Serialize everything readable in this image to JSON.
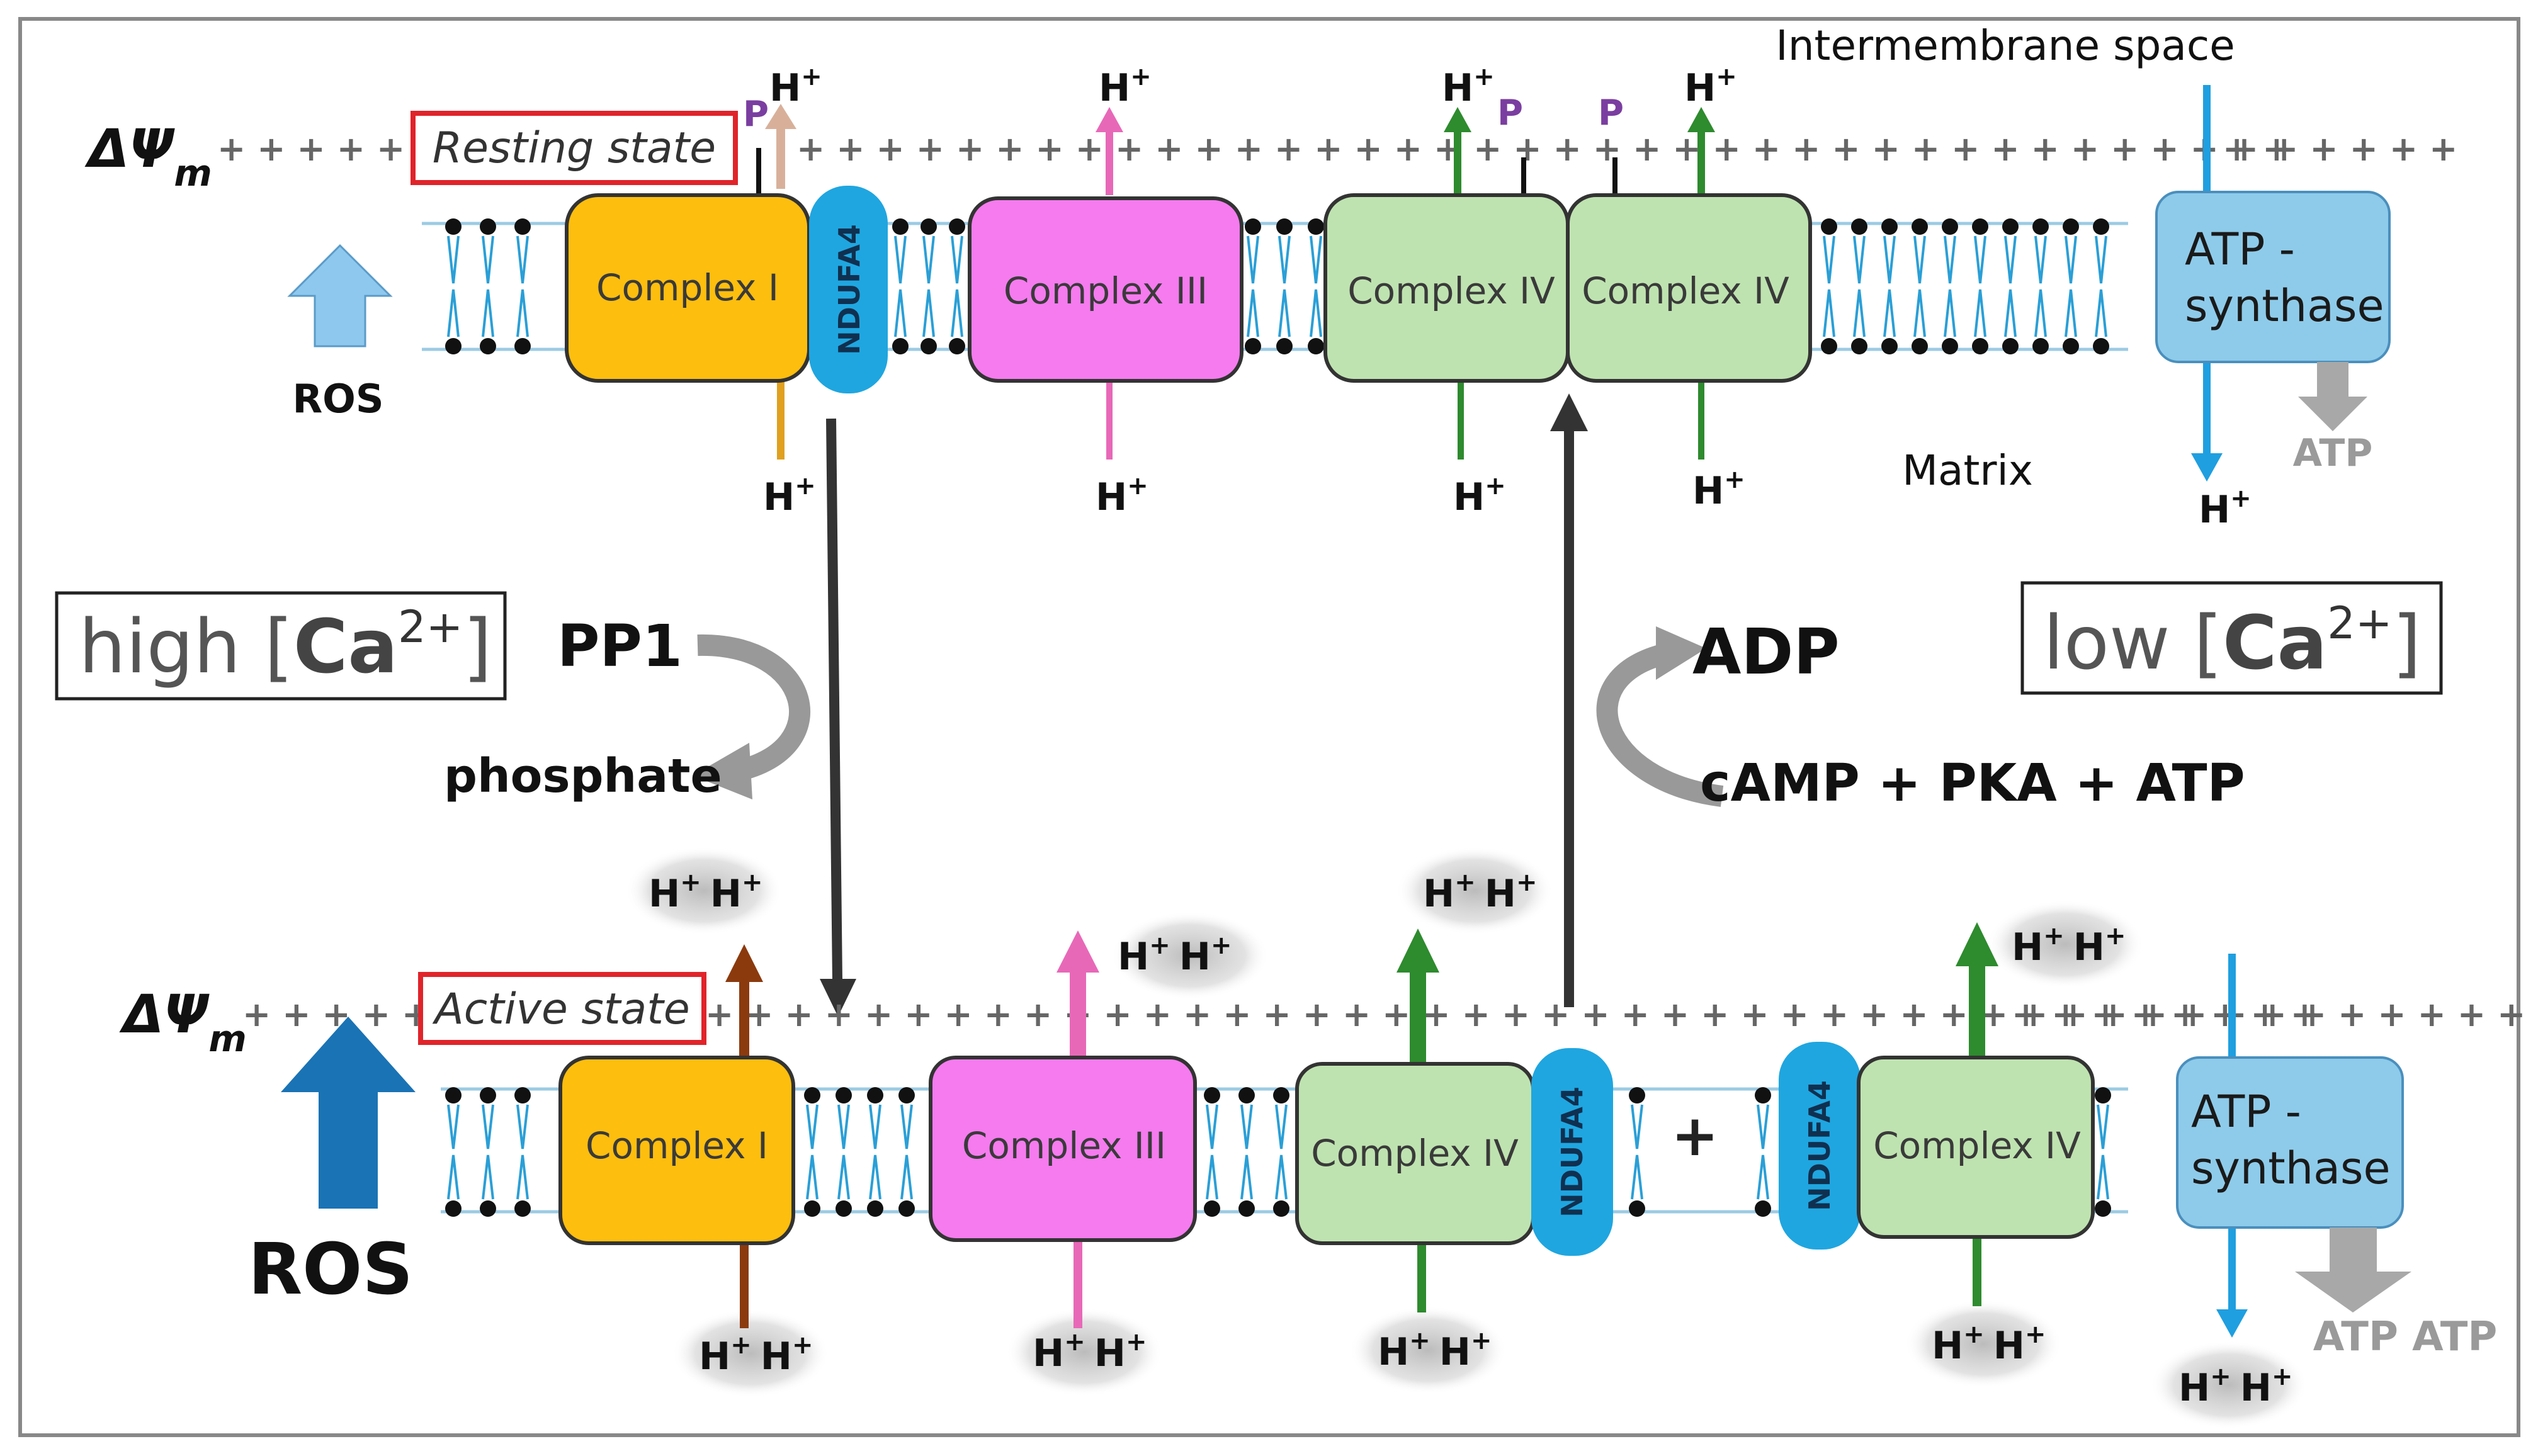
{
  "labels": {
    "intermembrane_space": "Intermembrane space",
    "matrix": "Matrix",
    "resting_state": "Resting state",
    "active_state": "Active state",
    "delta_psi": "ΔΨ",
    "delta_psi_sub": "m",
    "ros": "ROS",
    "high_ca_prefix": "high [",
    "high_ca_ion": "Ca",
    "high_ca_charge": "2+",
    "high_ca_suffix": "]",
    "low_ca_prefix": "low [",
    "low_ca_ion": "Ca",
    "low_ca_charge": "2+",
    "low_ca_suffix": "]",
    "pp1": "PP1",
    "phosphate": "phosphate",
    "adp": "ADP",
    "camp_pka_atp": "cAMP + PKA + ATP",
    "atp": "ATP",
    "atp_atp": "ATP ATP",
    "p": "P",
    "plus_sign": "+"
  },
  "proteins": {
    "complex_i": "Complex I",
    "complex_iii": "Complex III",
    "complex_iv": "Complex IV",
    "ndufa4": "NDUFA4",
    "atp_synthase_line1": "ATP -",
    "atp_synthase_line2": "synthase"
  },
  "protons": {
    "single": "H",
    "double_a": "H",
    "double_b": "H",
    "charge": "+"
  },
  "colors": {
    "complex_i": "#FDBE0E",
    "complex_iii": "#F57BEF",
    "complex_iv": "#BFE3B0",
    "ndufa4": "#1FA6E0",
    "atp_synthase": "#8ECBEA",
    "arrow_complex_i_resting": "#D8B09A",
    "arrow_complex_i_active": "#8B3A0E",
    "arrow_complex_iii": "#E868B8",
    "arrow_complex_iv": "#2E8B2E",
    "arrow_atp_synthase": "#1F9FE0",
    "ros_arrow_small": "#8EC8EE",
    "ros_arrow_large": "#1A73B5",
    "state_box_border": "#E0242A",
    "grey_arrow": "#9A9A9A"
  }
}
